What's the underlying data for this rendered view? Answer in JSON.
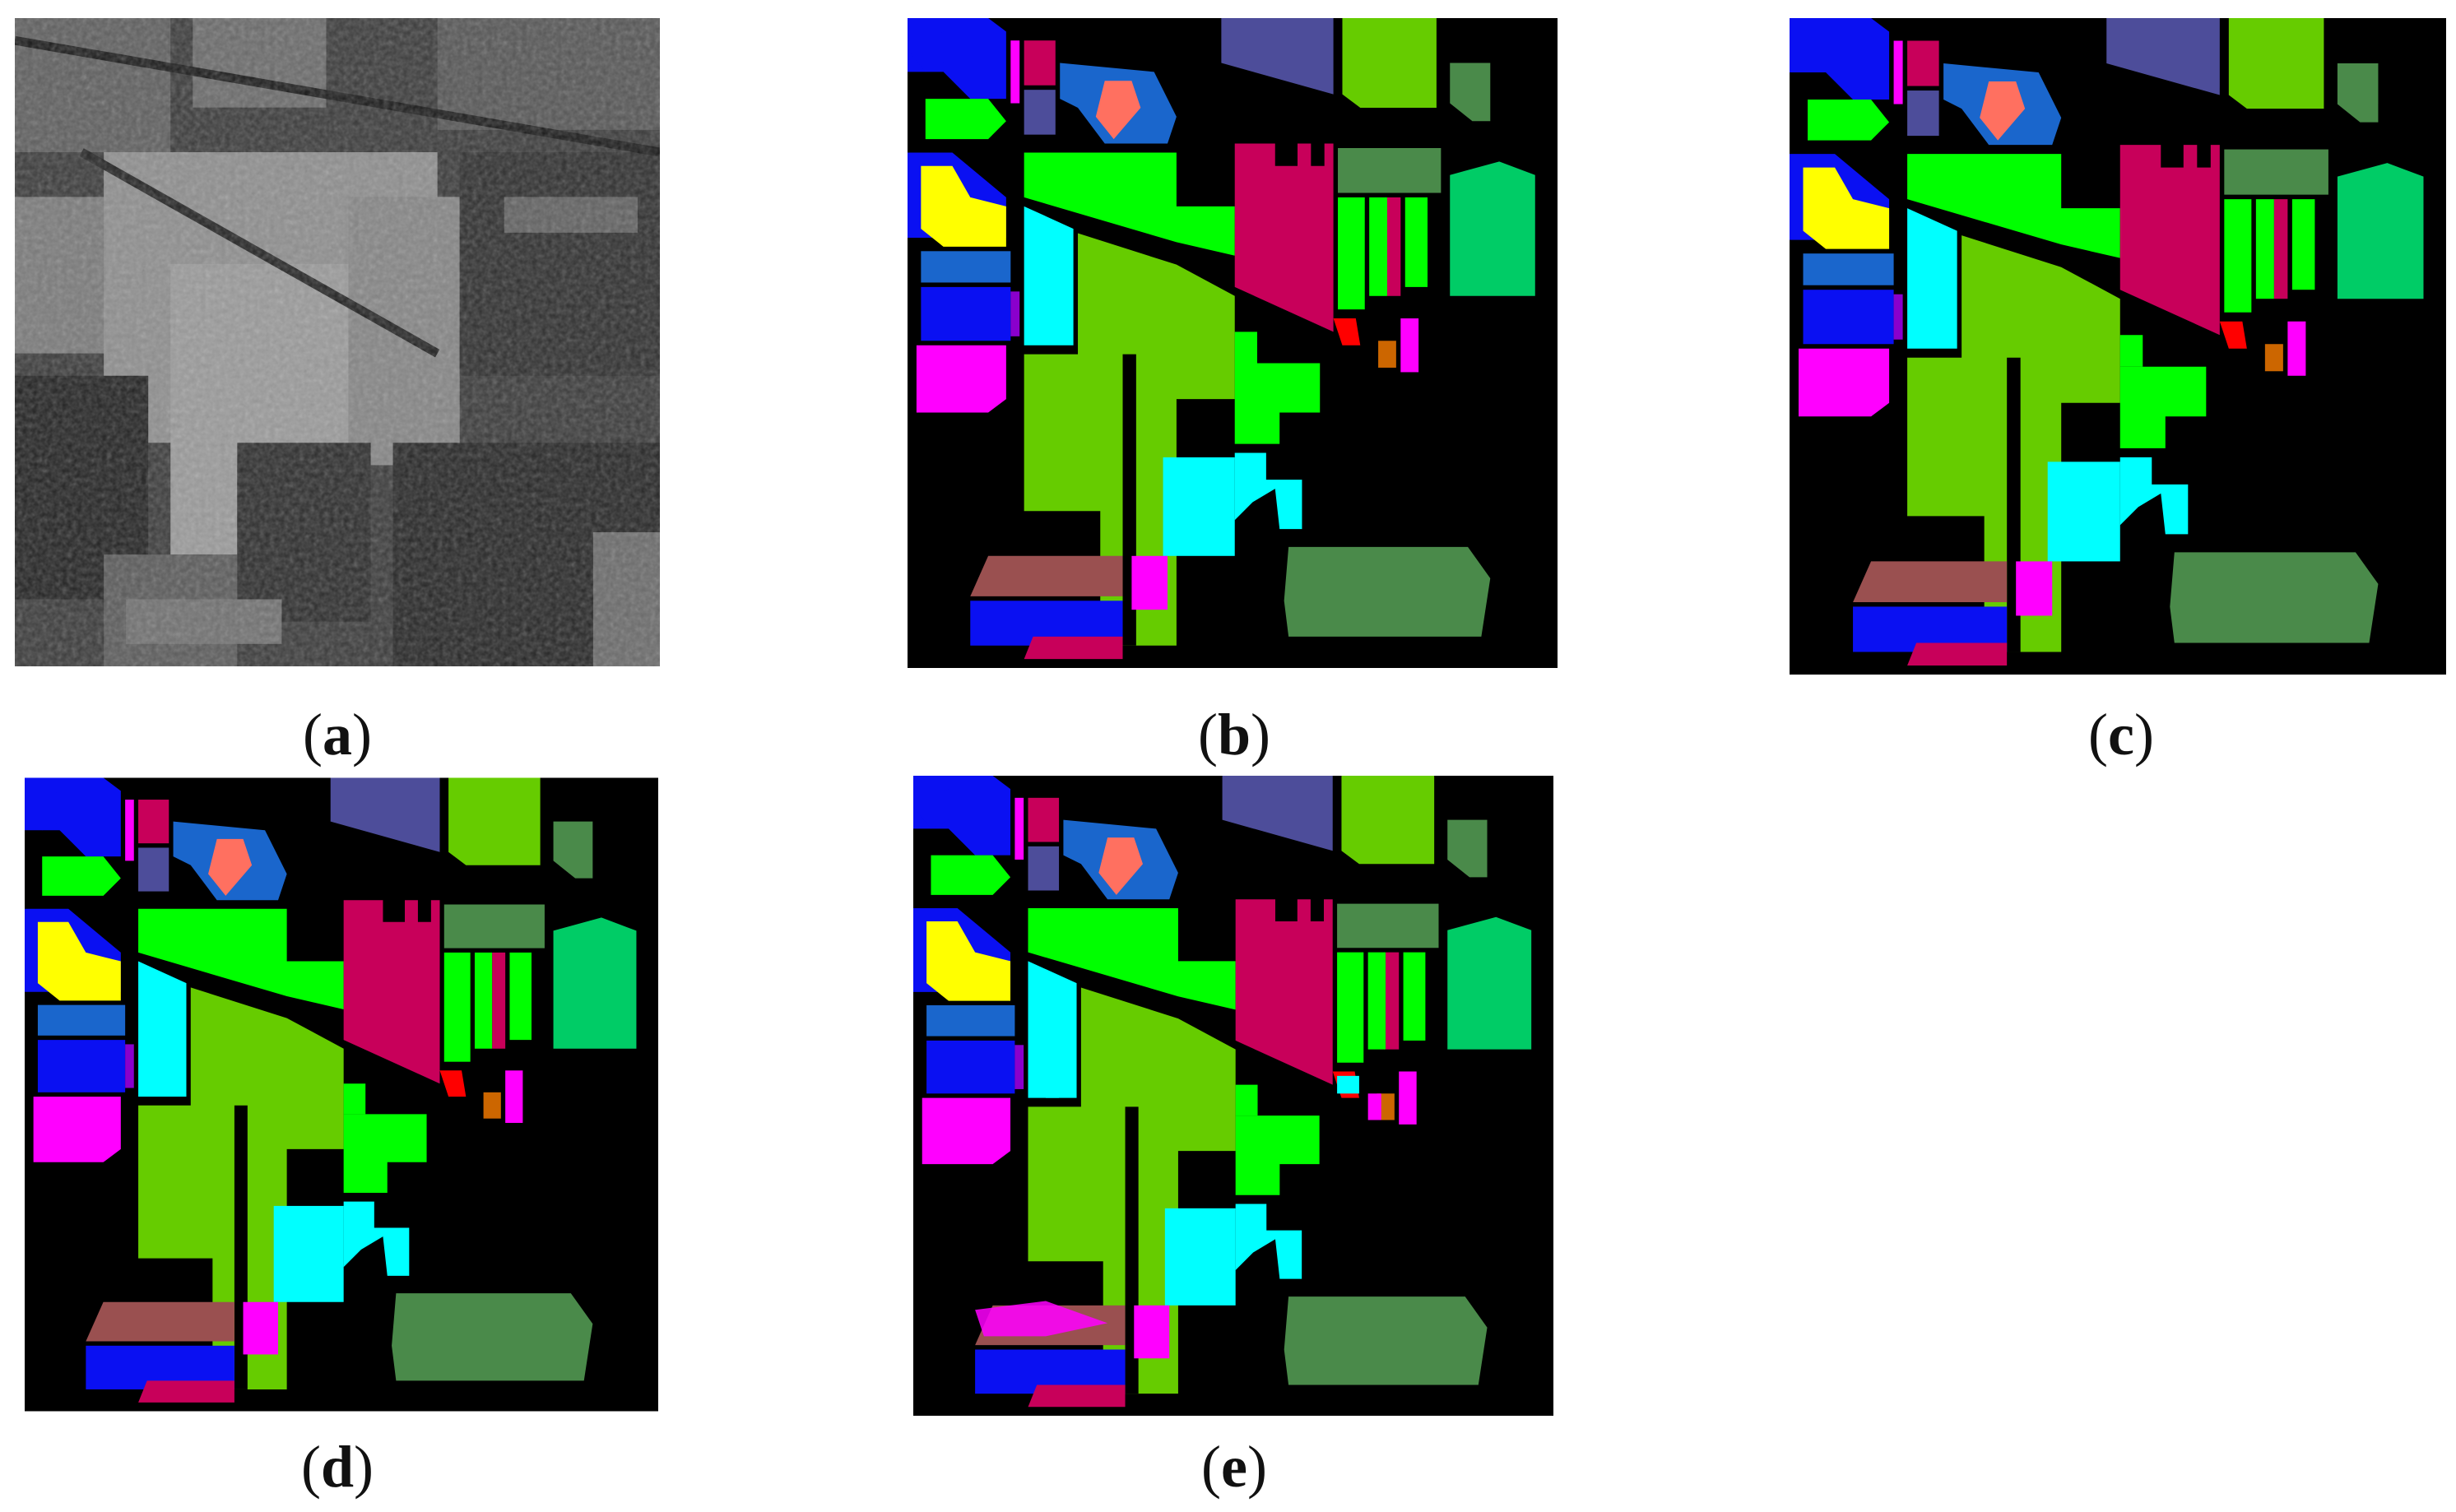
{
  "captions": {
    "a": "a",
    "b": "b",
    "c": "c",
    "d": "d",
    "e": "e"
  },
  "colors": {
    "background": "#000000",
    "blue": "#0a10f2",
    "steel_blue": "#1a66cc",
    "slate_purple": "#4d4d9a",
    "lime": "#00ff00",
    "yellow_green": "#66cc00",
    "dark_green": "#4a8a4a",
    "teal_green": "#00cc66",
    "crimson": "#c8005a",
    "salmon": "#ff7060",
    "yellow": "#ffff00",
    "cyan": "#00ffff",
    "magenta": "#ff00ff",
    "brown": "#9a5050",
    "red": "#ff0000",
    "orange": "#cc6600",
    "violet": "#8a00cc",
    "gray_band": "#808080"
  },
  "panels": [
    {
      "id": "a",
      "kind": "grayscale-band-image"
    },
    {
      "id": "b",
      "kind": "ground-truth-map"
    },
    {
      "id": "c",
      "kind": "classification-map"
    },
    {
      "id": "d",
      "kind": "classification-map"
    },
    {
      "id": "e",
      "kind": "classification-map"
    }
  ]
}
